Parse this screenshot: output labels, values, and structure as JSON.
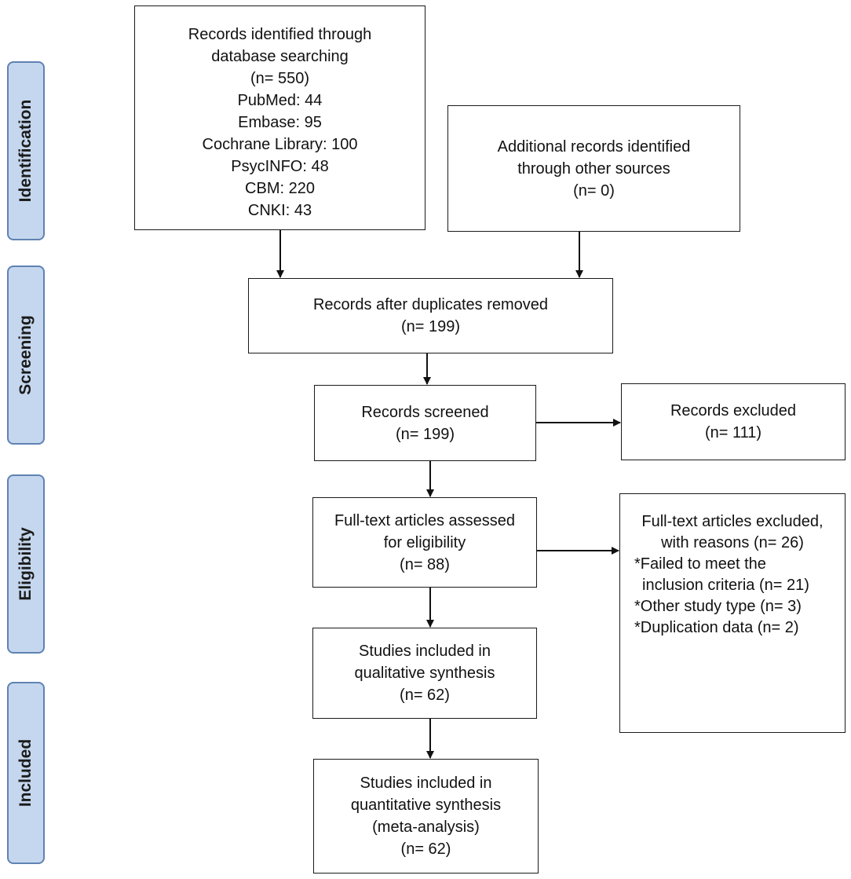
{
  "phases": {
    "identification": "Identification",
    "screening": "Screening",
    "eligibility": "Eligibility",
    "included": "Included"
  },
  "boxes": {
    "database_records": {
      "lines": [
        "Records identified through",
        "database searching",
        "(n= 550)",
        "PubMed: 44",
        "Embase: 95",
        "Cochrane Library: 100",
        "PsycINFO: 48",
        "CBM: 220",
        "CNKI: 43"
      ]
    },
    "additional_records": {
      "lines": [
        "Additional records identified",
        "through other sources",
        "(n= 0)"
      ]
    },
    "after_duplicates": {
      "lines": [
        "Records after duplicates removed",
        "(n= 199)"
      ]
    },
    "screened": {
      "lines": [
        "Records screened",
        "(n= 199)"
      ]
    },
    "excluded": {
      "lines": [
        "Records excluded",
        "(n= 111)"
      ]
    },
    "fulltext_assessed": {
      "lines": [
        "Full-text articles assessed",
        "for eligibility",
        "(n= 88)"
      ]
    },
    "fulltext_excluded": {
      "heading": [
        "Full-text articles excluded,",
        "with reasons (n= 26)"
      ],
      "reasons": [
        "*Failed to meet the",
        "inclusion criteria (n= 21)",
        "*Other study type (n= 3)",
        "*Duplication data (n= 2)"
      ]
    },
    "qualitative": {
      "lines": [
        "Studies included in",
        "qualitative synthesis",
        "(n= 62)"
      ]
    },
    "quantitative": {
      "lines": [
        "Studies included in",
        "quantitative synthesis",
        "(meta-analysis)",
        "(n= 62)"
      ]
    }
  },
  "colors": {
    "phase_fill": "#c5d7ee",
    "phase_border": "#5f83b3",
    "box_border": "#1a1a1a",
    "arrow": "#111111"
  }
}
